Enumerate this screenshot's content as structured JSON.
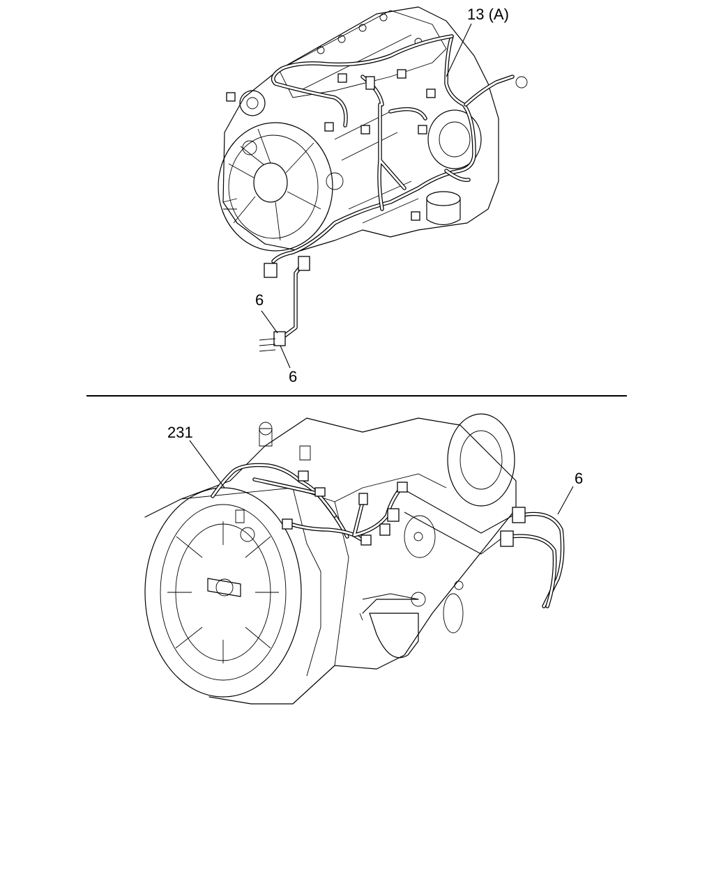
{
  "callouts": {
    "engine_harness": "13 (A)",
    "connector_upper": "6",
    "connector_lower": "6",
    "transmission_harness": "231",
    "transmission_connector": "6"
  }
}
